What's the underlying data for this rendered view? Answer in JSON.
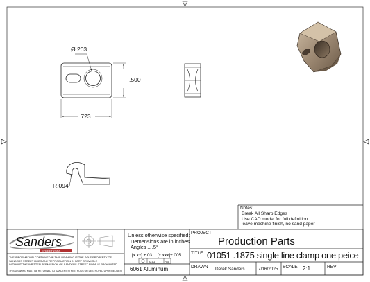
{
  "dims": {
    "hole_diameter": "Ø.203",
    "height": ".500",
    "width": ".723",
    "radius": "R.094"
  },
  "notes": {
    "header": "Notes:",
    "lines": [
      "Break All Sharp Edges",
      "Use CAD model for full definition",
      "leave machine finish, no sand paper"
    ]
  },
  "logo": {
    "brand": "Sanders",
    "tagline": "STREETRODS"
  },
  "disclaimer": [
    "THE INFORMATION CONTAINED IN THIS DRAWING IS THE SOLE PROPERTY OF",
    "SANDERS STREET RODS ANY REPRODUCTION IN PART OR WHOLE",
    "WITHOUT THE WRITTEN PERMISSION OF SANDERS STREET RODS IS PROHIBITED."
  ],
  "return_note": "THIS DRAWING MUST BE RETURNED TO SANDERS STREETRODS OR DESTROYED UPON REQUEST",
  "tolerances": {
    "header": "Unless otherwise specified:",
    "units": "Demensions are in inches",
    "angles": "Angles ± .5°",
    "two_place": "[x.xx] ±.03",
    "three_place": "[x.xxx]±.005"
  },
  "material": "6061 Aluminum",
  "title_block": {
    "project_label": "PROJECT",
    "project": "Production Parts",
    "title_label": "TITLE",
    "title": "01051 .1875 single line clamp one peice",
    "drawn_label": "DRAWN",
    "drawn_by": "Derek Sanders",
    "date": "7/16/2025",
    "scale_label": "SCALE",
    "scale": "2:1",
    "rev_label": "REV",
    "rev": ""
  },
  "colors": {
    "line": "#222222",
    "iso_body": "#9a8670",
    "iso_light": "#c6b39a",
    "iso_dark": "#6b5a48"
  }
}
